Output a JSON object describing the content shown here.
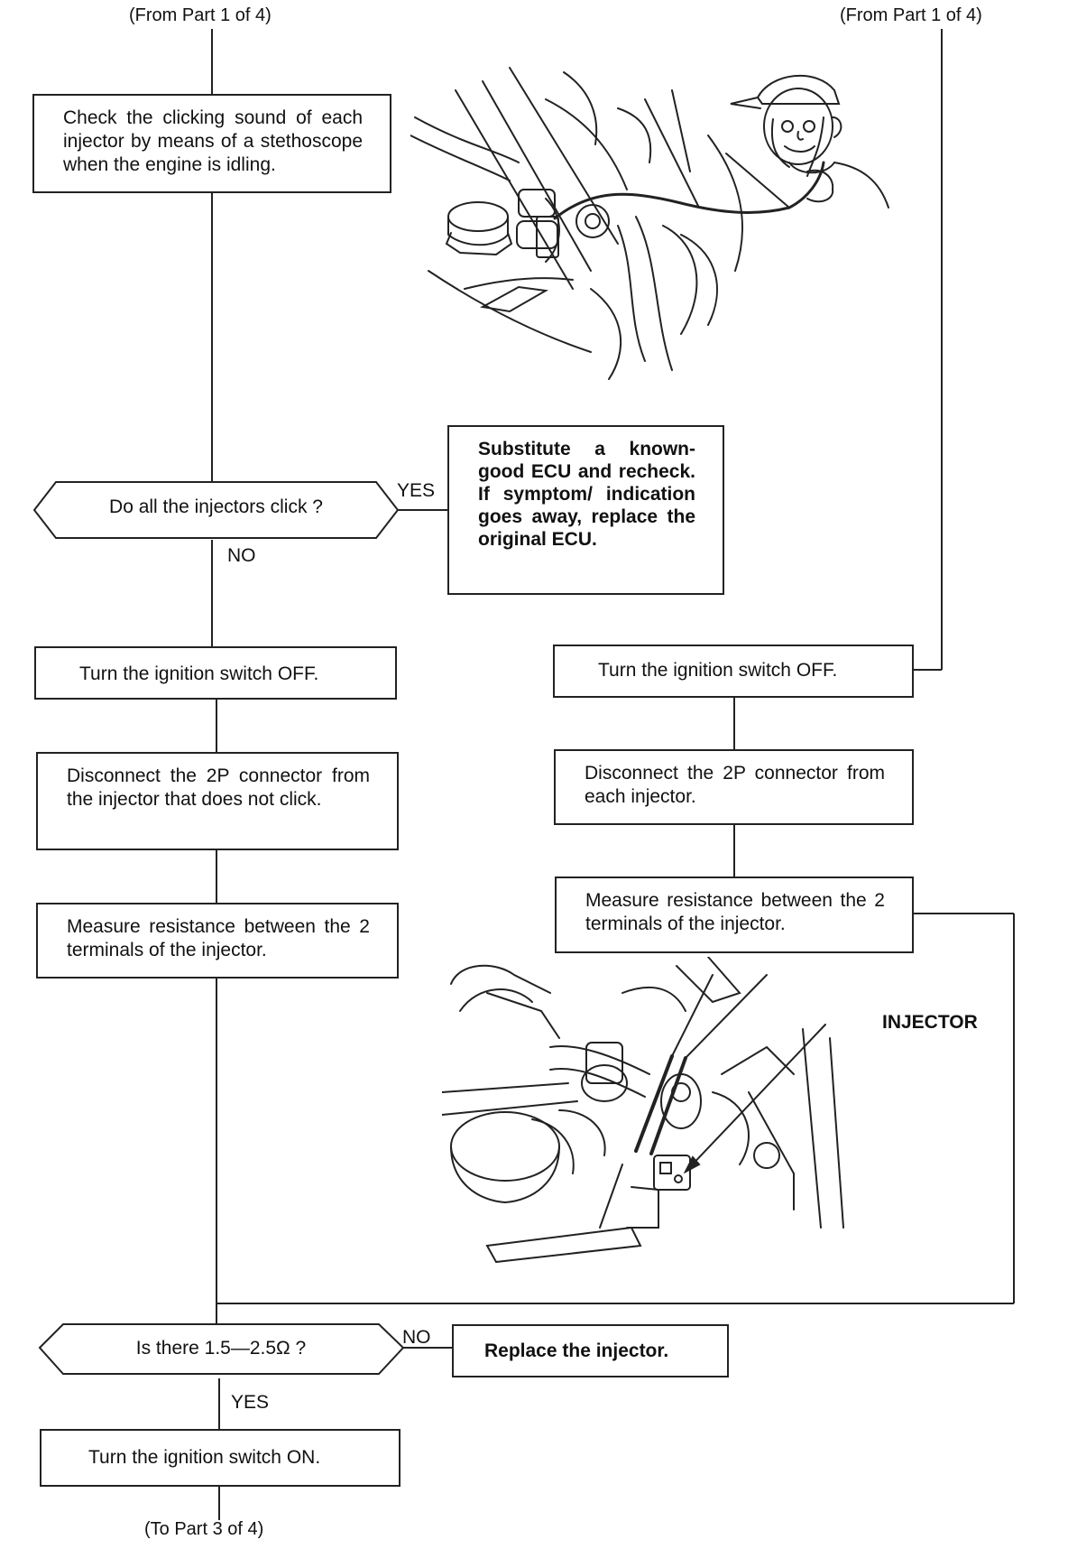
{
  "references": {
    "from_left": "(From Part 1 of 4)",
    "from_right": "(From Part 1 of 4)",
    "to_next": "(To Part 3 of 4)"
  },
  "left_flow": {
    "check_clicking": "Check the clicking sound of each injector by means of a stethoscope when the engine is idling.",
    "click_question": "Do all the injectors click ?",
    "yes_label": "YES",
    "no_label": "NO",
    "ignition_off": "Turn the ignition switch OFF.",
    "disconnect_one": "Disconnect the 2P connector from the injector that does not click.",
    "measure": "Measure resistance between the 2 terminals of the injector."
  },
  "substitute_ecu": "Substitute a known-good ECU and recheck. If symptom/ indication goes away, replace the original ECU.",
  "right_flow": {
    "ignition_off": "Turn the ignition switch OFF.",
    "disconnect_each": "Disconnect the 2P connector from each injector.",
    "measure": "Measure resistance between the 2 terminals of the injector."
  },
  "injector_callout": "INJECTOR",
  "resistance_question": "Is there 1.5—2.5Ω ?",
  "resistance_no": "NO",
  "resistance_yes": "YES",
  "replace_injector": "Replace the injector.",
  "ignition_on": "Turn the ignition switch ON."
}
